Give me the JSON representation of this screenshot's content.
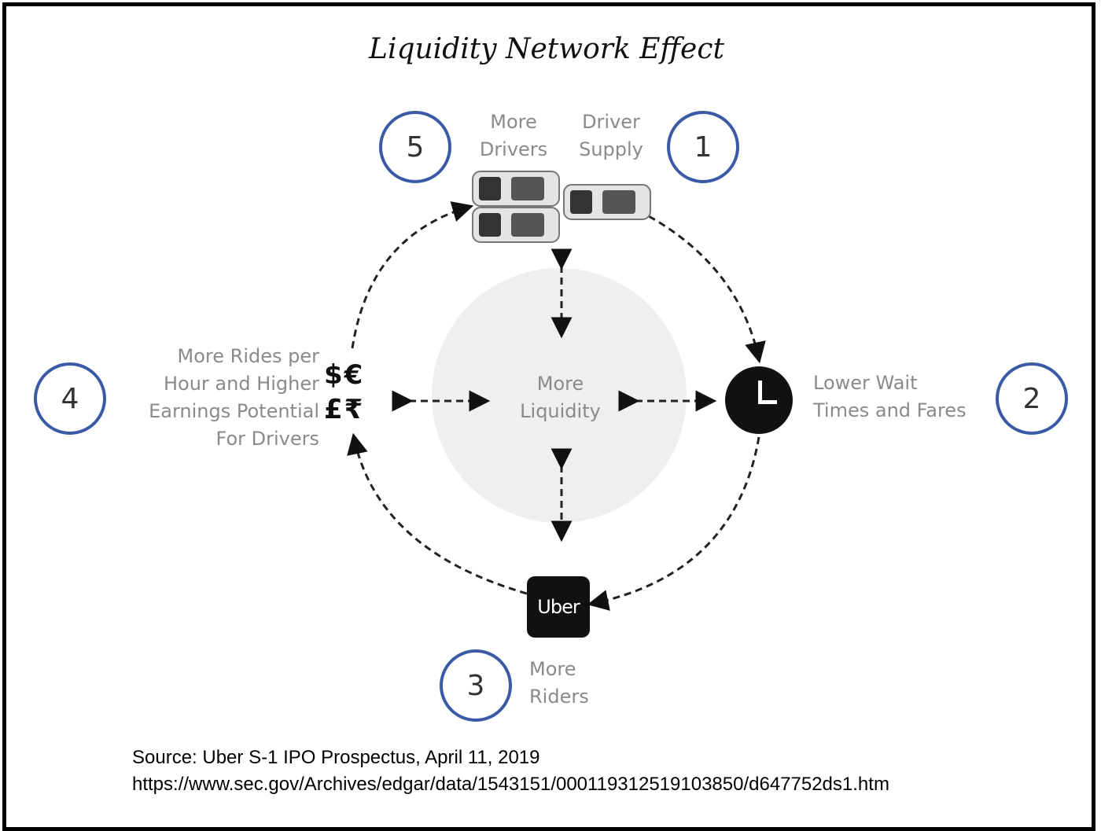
{
  "title": "Liquidity Network Effect",
  "steps": [
    {
      "number": "1",
      "label_lines": [
        "Driver",
        "Supply"
      ]
    },
    {
      "number": "2",
      "label_lines": [
        "Lower Wait",
        "Times and Fares"
      ]
    },
    {
      "number": "3",
      "label_lines": [
        "More",
        "Riders"
      ]
    },
    {
      "number": "4",
      "label_lines": [
        "More Rides per",
        "Hour and Higher",
        "Earnings Potential",
        "For Drivers"
      ]
    },
    {
      "number": "5",
      "label_lines": [
        "More",
        "Drivers"
      ]
    }
  ],
  "center": {
    "label_lines": [
      "More",
      "Liquidity"
    ]
  },
  "uber_logo": "Uber",
  "currency": {
    "row1": "$€",
    "row2": "£₹"
  },
  "icons": [
    "car-icon",
    "clock-icon",
    "uber-logo",
    "currency-icon"
  ],
  "colors": {
    "circle_border": "#3a5aa6",
    "label_gray": "#8a8a8a",
    "center_fill": "#eef0ef"
  },
  "source": {
    "line1": "Source: Uber S-1 IPO Prospectus, April 11, 2019",
    "line2": "https://www.sec.gov/Archives/edgar/data/1543151/000119312519103850/d647752ds1.htm"
  }
}
